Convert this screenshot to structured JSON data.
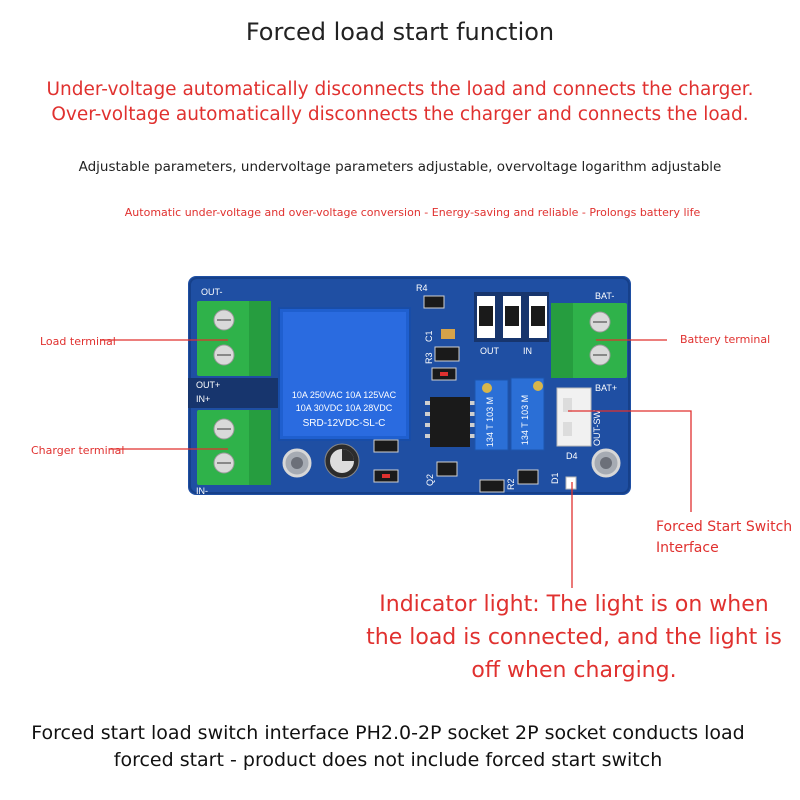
{
  "title": "Forced load start function",
  "red_line_1": "Under-voltage automatically disconnects the load and connects the charger.",
  "red_line_2": "Over-voltage automatically disconnects the charger and connects the load.",
  "adjustable": "Adjustable parameters, undervoltage parameters adjustable, overvoltage logarithm adjustable",
  "auto_conversion": "Automatic under-voltage and over-voltage conversion - Energy-saving and reliable - Prolongs battery life",
  "labels": {
    "load_terminal": "Load terminal",
    "charger_terminal": "Charger terminal",
    "battery_terminal": "Battery terminal",
    "forced_start": "Forced Start Switch Interface"
  },
  "indicator": "Indicator light: The light is on when the load is connected, and the light is off when charging.",
  "bottom_note": "Forced start load switch interface PH2.0-2P socket 2P socket conducts load forced start - product does not include forced start switch",
  "board": {
    "silk_out_minus": "OUT-",
    "silk_out_plus": "OUT+",
    "silk_in_plus": "IN+",
    "silk_in_minus": "IN-",
    "silk_bat_minus": "BAT-",
    "silk_bat_plus": "BAT+",
    "silk_out_sw": "OUT-SW",
    "silk_out": "OUT",
    "silk_in": "IN",
    "relay_line1": "10A 250VAC  10A 125VAC",
    "relay_line2": "10A  30VDC  10A 28VDC",
    "relay_model": "SRD-12VDC-SL-C",
    "pot_left": "134 T 103 M",
    "pot_right": "134 T 103 M",
    "ref_r4": "R4",
    "ref_c1": "C1",
    "ref_r3": "R3",
    "ref_d4": "D4",
    "ref_q2": "Q2",
    "ref_r2": "R2",
    "ref_d1": "D1",
    "colors": {
      "pcb": "#1f4fa3",
      "terminal": "#2fb24a",
      "relay": "#1f5fcf",
      "annotation": "#e0312f"
    }
  }
}
